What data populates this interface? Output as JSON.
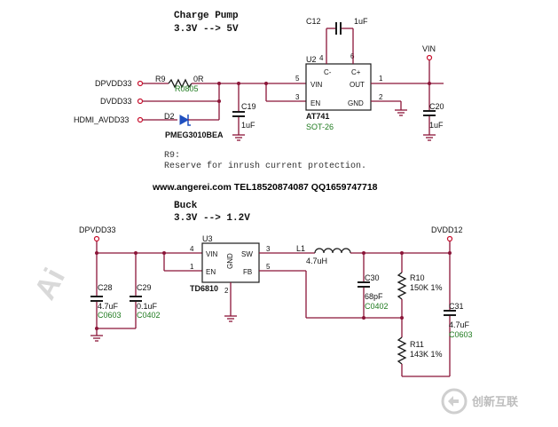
{
  "charge_pump": {
    "title": "Charge Pump",
    "conversion": "3.3V --> 5V",
    "nets": {
      "dpvdd33": "DPVDD33",
      "dvdd33": "DVDD33",
      "hdmi_avdd33": "HDMI_AVDD33",
      "vin": "VIN"
    },
    "r9": {
      "ref": "R9",
      "value": "0R",
      "package": "R0805"
    },
    "d2": {
      "ref": "D2",
      "part": "PMEG3010BEA"
    },
    "c12": {
      "ref": "C12",
      "value": "1uF"
    },
    "c19": {
      "ref": "C19",
      "value": "1uF"
    },
    "c20": {
      "ref": "C20",
      "value": "1uF"
    },
    "u2": {
      "ref": "U2",
      "part": "AT741",
      "package": "SOT-26",
      "pins": {
        "vin": "VIN",
        "en": "EN",
        "out": "OUT",
        "gnd": "GND",
        "cminus": "C-",
        "cplus": "C+"
      },
      "pin_numbers": {
        "p5": "5",
        "p3": "3",
        "p1": "1",
        "p2": "2",
        "p4": "4",
        "p6": "6"
      }
    },
    "note_title": "R9:",
    "note_body": "Reserve for inrush current protection."
  },
  "contact_line": "www.angerei.com TEL18520874087 QQ1659747718",
  "buck": {
    "title": "Buck",
    "conversion": "3.3V --> 1.2V",
    "nets": {
      "dpvdd33": "DPVDD33",
      "dvdd12": "DVDD12"
    },
    "u3": {
      "ref": "U3",
      "part": "TD6810",
      "pins": {
        "vin": "VIN",
        "en": "EN",
        "sw": "SW",
        "fb": "FB",
        "gnd": "GND"
      },
      "pin_numbers": {
        "p4": "4",
        "p1": "1",
        "p3": "3",
        "p5": "5",
        "p2": "2"
      }
    },
    "l1": {
      "ref": "L1",
      "value": "4.7uH"
    },
    "c28": {
      "ref": "C28",
      "value": "4.7uF",
      "package": "C0603"
    },
    "c29": {
      "ref": "C29",
      "value": "0.1uF",
      "package": "C0402"
    },
    "c30": {
      "ref": "C30",
      "value": "68pF",
      "package": "C0402"
    },
    "c31": {
      "ref": "C31",
      "value": "4.7uF",
      "package": "C0603"
    },
    "r10": {
      "ref": "R10",
      "value": "150K 1%"
    },
    "r11": {
      "ref": "R11",
      "value": "143K 1%"
    }
  },
  "watermark": {
    "side_text": "Ai",
    "logo_text": "创新互联"
  },
  "colors": {
    "wire": "#8b1538",
    "power_flag": "#c8102e",
    "package_text": "#1e7a1e",
    "diode": "#1f4fbf"
  }
}
